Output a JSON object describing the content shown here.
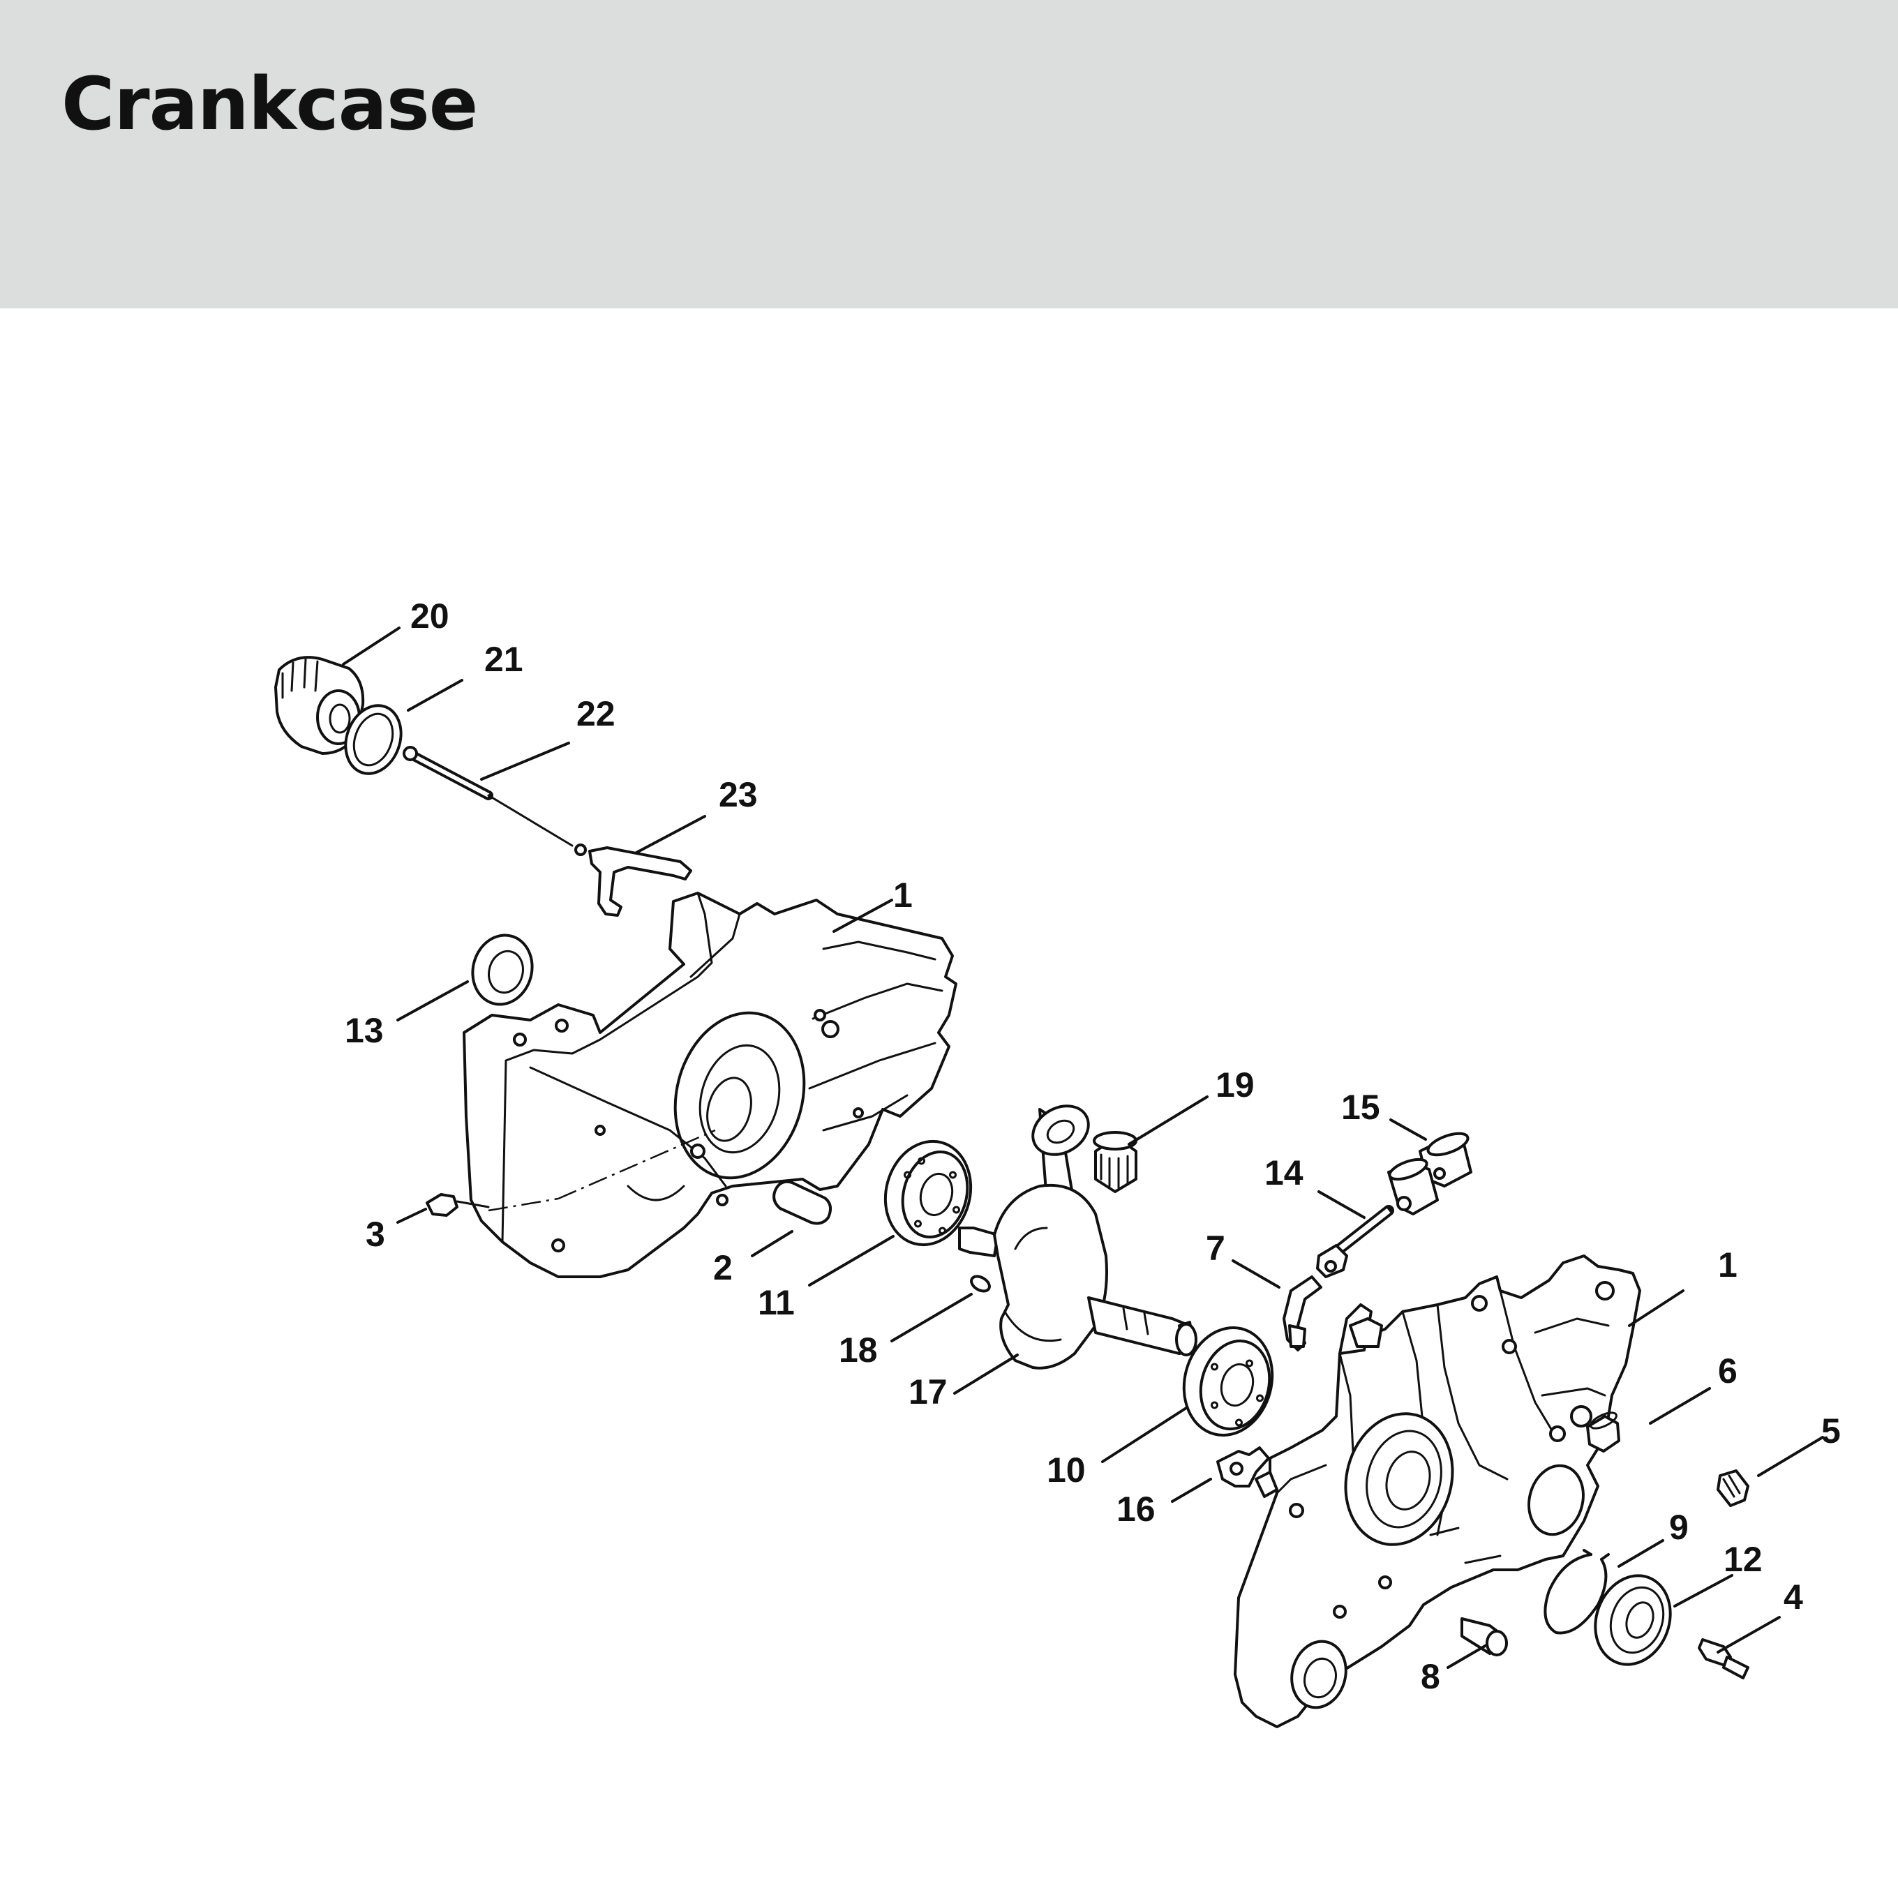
{
  "page": {
    "title": "Crankcase"
  },
  "callouts": [
    {
      "id": "c20",
      "label": "20"
    },
    {
      "id": "c21",
      "label": "21"
    },
    {
      "id": "c22",
      "label": "22"
    },
    {
      "id": "c23",
      "label": "23"
    },
    {
      "id": "c1a",
      "label": "1"
    },
    {
      "id": "c13",
      "label": "13"
    },
    {
      "id": "c3",
      "label": "3"
    },
    {
      "id": "c2",
      "label": "2"
    },
    {
      "id": "c11",
      "label": "11"
    },
    {
      "id": "c18",
      "label": "18"
    },
    {
      "id": "c17",
      "label": "17"
    },
    {
      "id": "c19",
      "label": "19"
    },
    {
      "id": "c15",
      "label": "15"
    },
    {
      "id": "c14",
      "label": "14"
    },
    {
      "id": "c7",
      "label": "7"
    },
    {
      "id": "c1b",
      "label": "1"
    },
    {
      "id": "c6",
      "label": "6"
    },
    {
      "id": "c5",
      "label": "5"
    },
    {
      "id": "c10",
      "label": "10"
    },
    {
      "id": "c16",
      "label": "16"
    },
    {
      "id": "c9",
      "label": "9"
    },
    {
      "id": "c12",
      "label": "12"
    },
    {
      "id": "c4",
      "label": "4"
    },
    {
      "id": "c8",
      "label": "8"
    }
  ]
}
